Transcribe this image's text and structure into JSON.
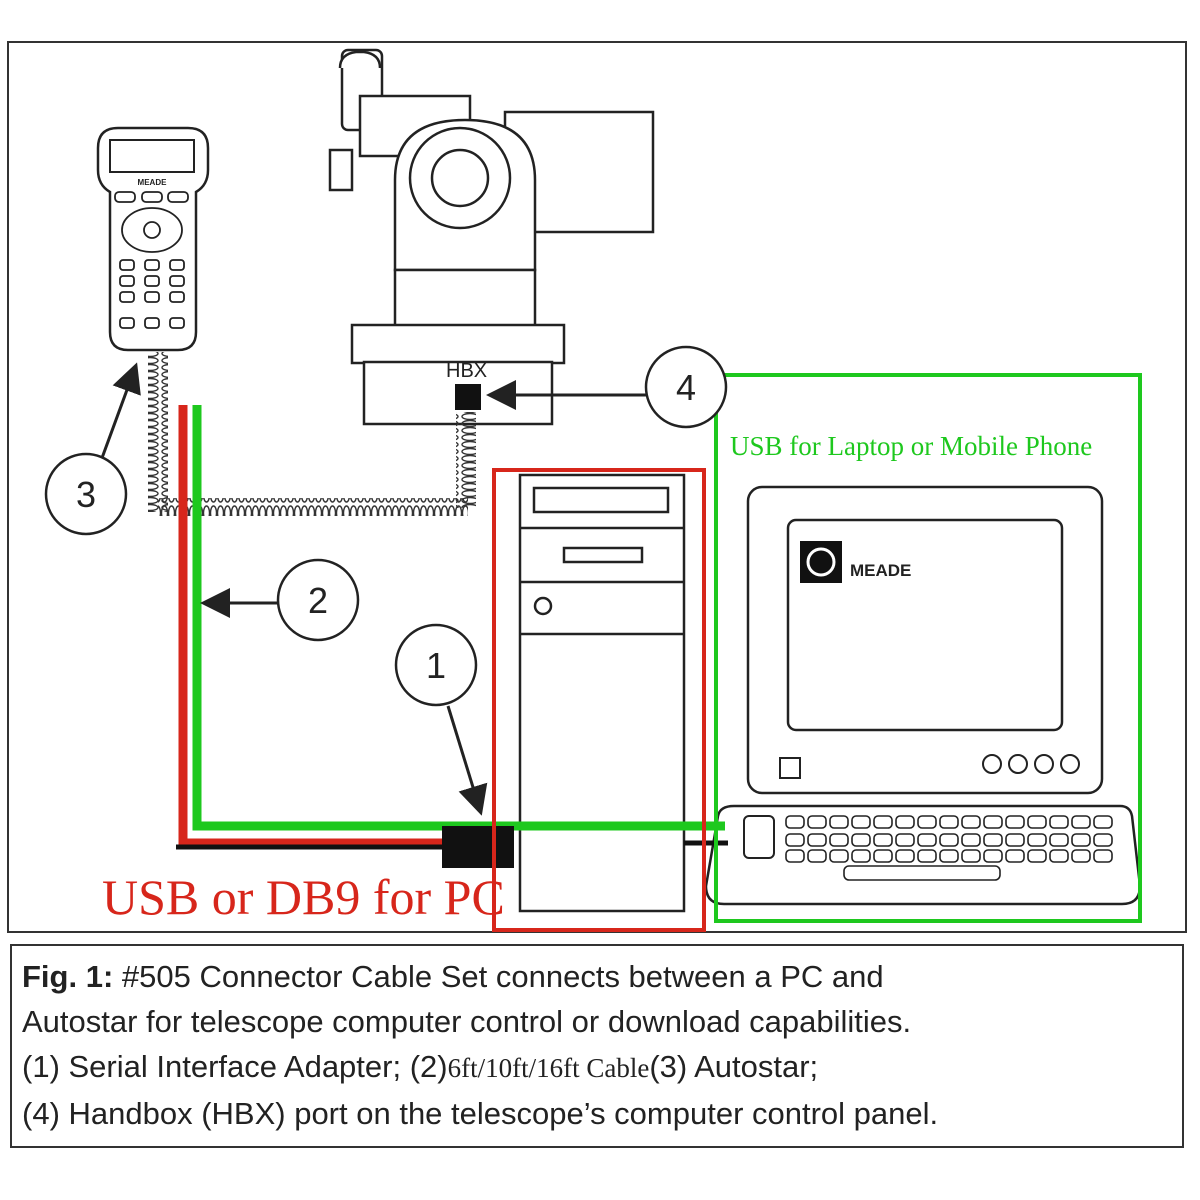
{
  "diagram": {
    "hbx_label": "HBX",
    "callouts": {
      "c1": "1",
      "c2": "2",
      "c3": "3",
      "c4": "4"
    },
    "handbox_brand": "MEADE",
    "monitor_brand": "MEADE",
    "usb_laptop_label": "USB for Laptop or Mobile Phone",
    "usb_pc_label": "USB or DB9 for PC",
    "colors": {
      "green": "#1ec81e",
      "red": "#d7261b",
      "line": "#222222"
    }
  },
  "caption": {
    "fig_label": "Fig. 1:",
    "line1_rest": " #505 Connector Cable Set connects between a PC and",
    "line2": "Autostar for telescope computer control or download capabilities.",
    "line3_a": "(1) Serial Interface Adapter; (2)",
    "line3_cable": "6ft/10ft/16ft Cable",
    "line3_b": "(3) Autostar;",
    "line4": "(4) Handbox (HBX) port on the telescope’s computer control panel."
  }
}
